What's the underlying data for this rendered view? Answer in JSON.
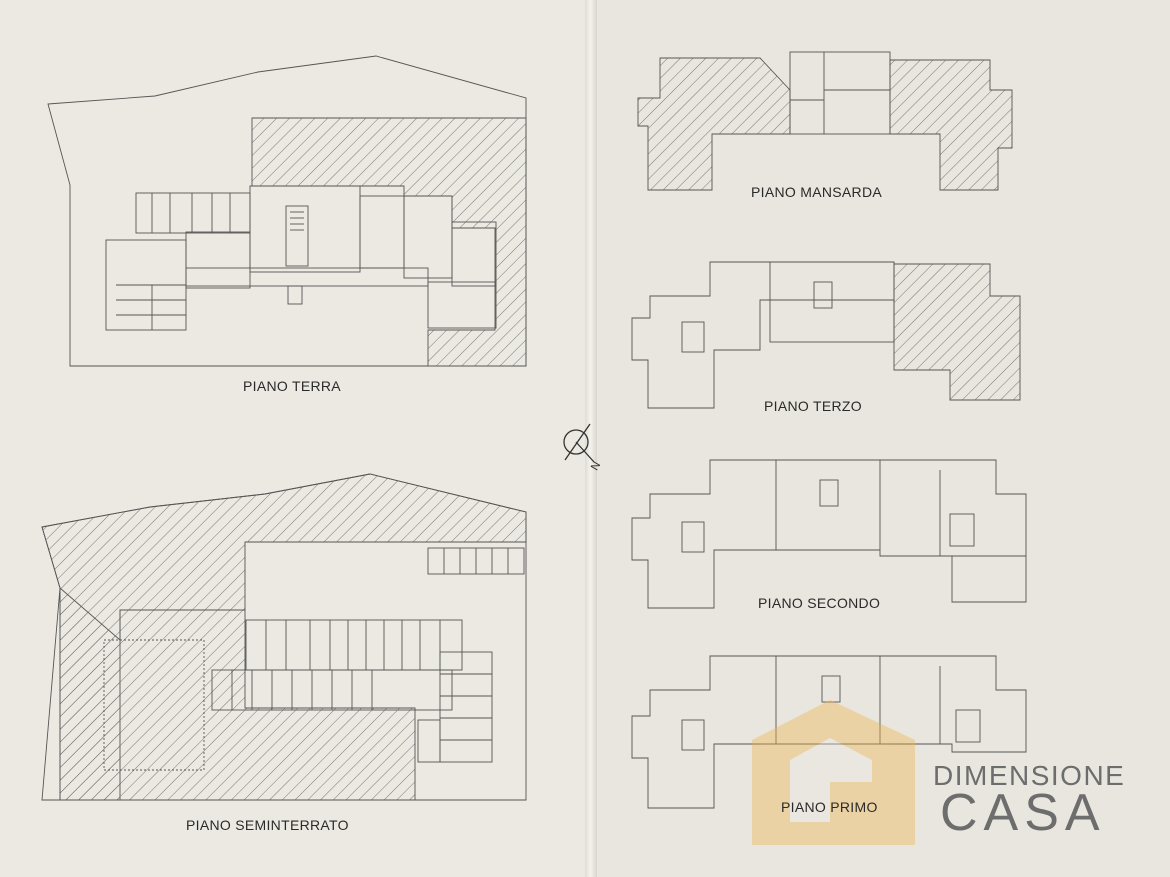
{
  "floors": {
    "terra": "PIANO TERRA",
    "seminterrato": "PIANO SEMINTERRATO",
    "mansarda": "PIANO MANSARDA",
    "terzo": "PIANO TERZO",
    "secondo": "PIANO SECONDO",
    "primo": "PIANO PRIMO"
  },
  "north_label": "N",
  "watermark": {
    "line1": "DIMENSIONE",
    "line2": "CASA",
    "accent_color": "#f0b34a"
  },
  "colors": {
    "line": "#555555",
    "hatch": "#6a6a6a",
    "paper": "#ebe9e2"
  }
}
